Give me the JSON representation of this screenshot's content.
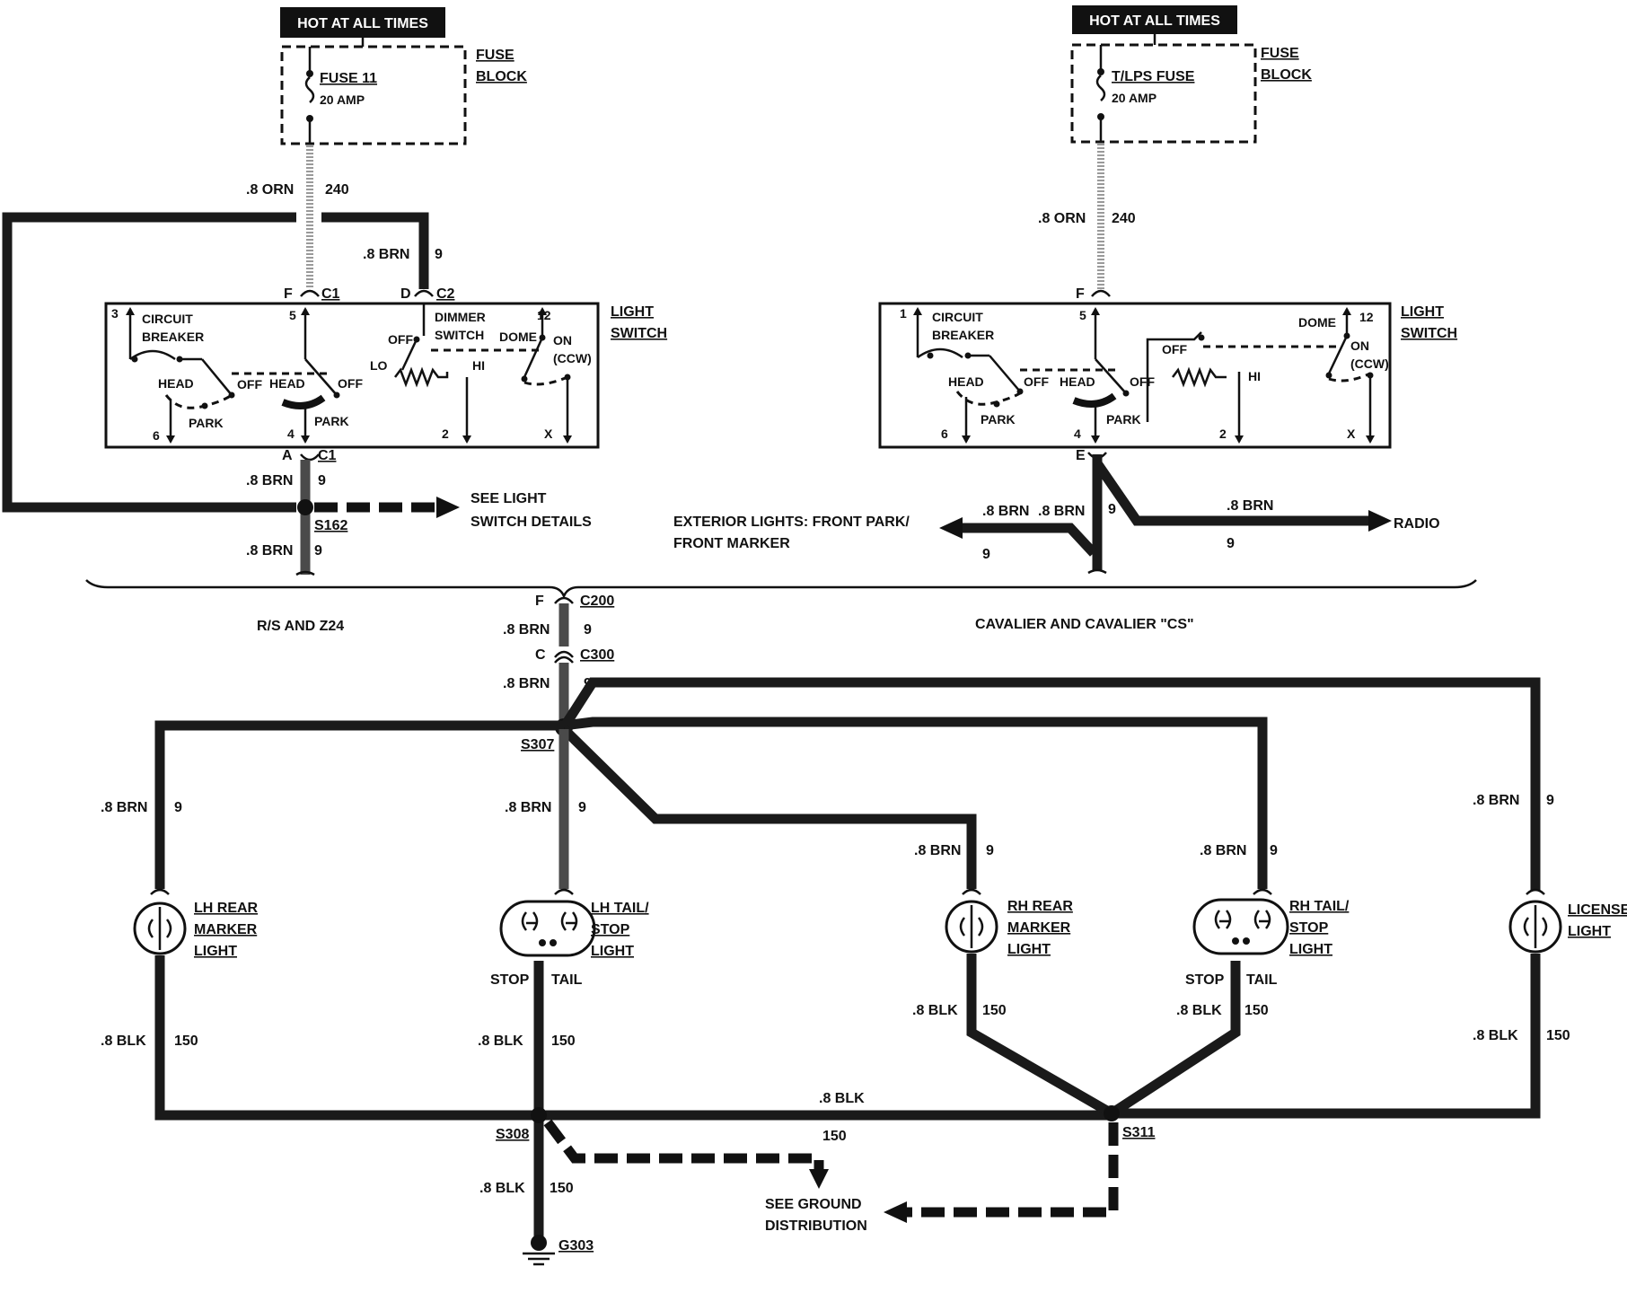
{
  "left": {
    "hot_label": "HOT AT ALL TIMES",
    "fuse_block": [
      "FUSE",
      "BLOCK"
    ],
    "fuse_name": "FUSE 11",
    "fuse_rating": "20 AMP",
    "wire_orn": ".8 ORN",
    "circuit_orn": "240",
    "wire_brn_top": ".8 BRN",
    "circuit_brn_top": "9",
    "conn_f": "F",
    "conn_c1": "C1",
    "conn_d": "D",
    "conn_c2": "C2",
    "switch_title": [
      "LIGHT",
      "SWITCH"
    ],
    "circuit_breaker": [
      "CIRCUIT",
      "BREAKER"
    ],
    "dimmer_switch": [
      "DIMMER",
      "SWITCH"
    ],
    "pin_3": "3",
    "pin_5": "5",
    "pin_12": "12",
    "pin_6": "6",
    "pin_4": "4",
    "pin_2": "2",
    "pin_x": "X",
    "lbl_off1": "OFF",
    "lbl_off2": "OFF",
    "lbl_off3": "OFF",
    "lbl_head1": "HEAD",
    "lbl_head2": "HEAD",
    "lbl_park1": "PARK",
    "lbl_park2": "PARK",
    "lbl_lo": "LO",
    "lbl_hi": "HI",
    "lbl_dome": "DOME",
    "lbl_on": "ON",
    "lbl_ccw": "(CCW)",
    "conn_a": "A",
    "conn_c1b": "C1",
    "wire_brn_mid": ".8 BRN",
    "circuit_brn_mid": "9",
    "splice": "S162",
    "see_details": [
      "SEE LIGHT",
      "SWITCH DETAILS"
    ],
    "wire_brn_low": ".8 BRN",
    "circuit_brn_low": "9",
    "variant": "R/S AND Z24"
  },
  "right": {
    "hot_label": "HOT AT ALL TIMES",
    "fuse_block": [
      "FUSE",
      "BLOCK"
    ],
    "fuse_name": "T/LPS FUSE",
    "fuse_rating": "20 AMP",
    "wire_orn": ".8 ORN",
    "circuit_orn": "240",
    "conn_f": "F",
    "switch_title": [
      "LIGHT",
      "SWITCH"
    ],
    "circuit_breaker": [
      "CIRCUIT",
      "BREAKER"
    ],
    "pin_1": "1",
    "pin_5": "5",
    "pin_12": "12",
    "pin_6": "6",
    "pin_4": "4",
    "pin_2": "2",
    "pin_x": "X",
    "lbl_off1": "OFF",
    "lbl_off2": "OFF",
    "lbl_off3": "OFF",
    "lbl_head1": "HEAD",
    "lbl_head2": "HEAD",
    "lbl_park1": "PARK",
    "lbl_park2": "PARK",
    "lbl_hi": "HI",
    "lbl_dome": "DOME",
    "lbl_on": "ON",
    "lbl_ccw": "(CCW)",
    "conn_e": "E",
    "ext_lights": [
      "EXTERIOR LIGHTS: FRONT PARK/",
      "FRONT MARKER"
    ],
    "wire_brn_a": ".8 BRN",
    "wire_brn_b": ".8 BRN",
    "circuit_9a": "9",
    "circuit_9b": "9",
    "wire_brn_radio": ".8 BRN",
    "circuit_9c": "9",
    "radio": "RADIO",
    "variant": "CAVALIER AND CAVALIER \"CS\""
  },
  "lower": {
    "conn_f": "F",
    "c200": "C200",
    "wire_c200": ".8 BRN",
    "circuit_c200": "9",
    "conn_c": "C",
    "c300": "C300",
    "wire_c300": ".8 BRN",
    "circuit_c300": "9",
    "s307": "S307",
    "lh_marker": {
      "wire": ".8 BRN",
      "circuit": "9",
      "label": [
        "LH REAR",
        "MARKER",
        "LIGHT"
      ],
      "gnd_wire": ".8 BLK",
      "gnd_circuit": "150"
    },
    "lh_tail": {
      "wire": ".8 BRN",
      "circuit": "9",
      "label": [
        "LH TAIL/",
        "STOP",
        "LIGHT"
      ],
      "stop": "STOP",
      "tail": "TAIL",
      "gnd_wire": ".8 BLK",
      "gnd_circuit": "150"
    },
    "rh_marker": {
      "wire": ".8 BRN",
      "circuit": "9",
      "label": [
        "RH REAR",
        "MARKER",
        "LIGHT"
      ],
      "gnd_wire": ".8 BLK",
      "gnd_circuit": "150"
    },
    "rh_tail": {
      "wire": ".8 BRN",
      "circuit": "9",
      "label": [
        "RH TAIL/",
        "STOP",
        "LIGHT"
      ],
      "stop": "STOP",
      "tail": "TAIL",
      "gnd_wire": ".8 BLK",
      "gnd_circuit": "150"
    },
    "license": {
      "wire": ".8 BRN",
      "circuit": "9",
      "label": [
        "LICENSE",
        "LIGHT"
      ],
      "gnd_wire": ".8 BLK",
      "gnd_circuit": "150"
    },
    "bus_wire": ".8 BLK",
    "bus_circuit": "150",
    "s308": "S308",
    "s311": "S311",
    "s308_circuit": "150",
    "see_ground": [
      "SEE GROUND",
      "DISTRIBUTION"
    ],
    "gnd_wire": ".8 BLK",
    "gnd_circuit": "150",
    "g303": "G303"
  }
}
